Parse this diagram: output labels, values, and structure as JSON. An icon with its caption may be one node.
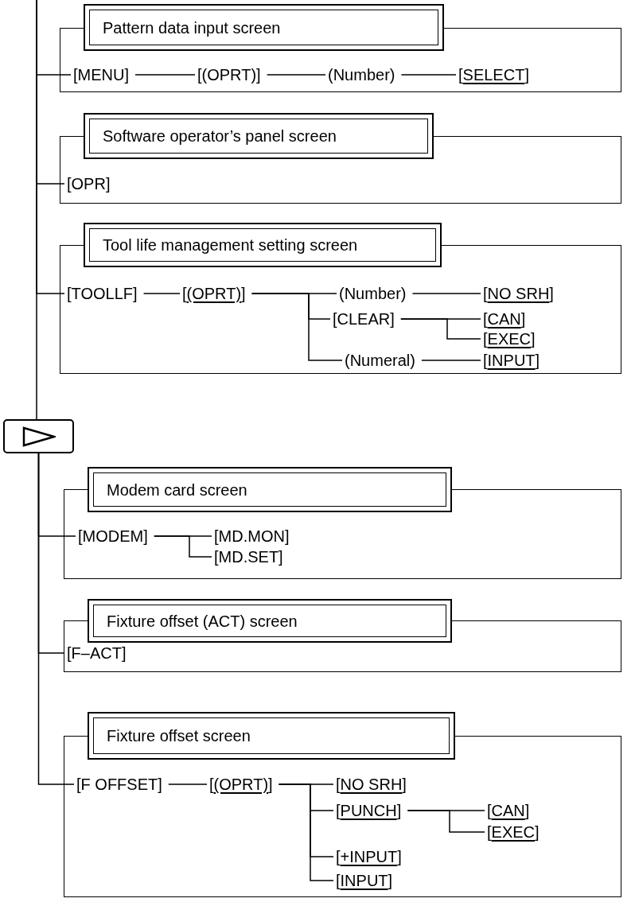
{
  "diagram": {
    "nodes": [
      {
        "text": [],
        "shape": "box"
      },
      {
        "text": [
          "Pattern data input screen"
        ]
      },
      {
        "text": [
          "[MENU]"
        ],
        "in": 0
      },
      {
        "text": [
          "[(OPRT)]"
        ],
        "in": 0
      },
      {
        "text": [
          "(Number)"
        ],
        "in": 0
      },
      {
        "text": [
          "[SELECT]"
        ],
        "in": 0
      },
      {
        "text": [],
        "shape": "box"
      },
      {
        "text": [
          "Software operator’s panel screen"
        ]
      },
      {
        "text": [
          "[OPR]"
        ],
        "in": 6
      },
      {
        "text": [],
        "shape": "box"
      },
      {
        "text": [
          "Tool life management setting screen"
        ]
      },
      {
        "text": [
          "[TOOLLF]"
        ],
        "in": 9
      },
      {
        "text": [
          "[(OPRT)]"
        ],
        "in": 9
      },
      {
        "text": [
          "(Number)"
        ],
        "in": 9
      },
      {
        "text": [
          "[NO SRH]"
        ],
        "in": 9
      },
      {
        "text": [
          "[CLEAR]"
        ],
        "in": 9
      },
      {
        "text": [
          "[CAN]"
        ],
        "in": 9
      },
      {
        "text": [
          "[EXEC]"
        ],
        "in": 9
      },
      {
        "text": [
          "(Numeral)"
        ],
        "in": 9
      },
      {
        "text": [
          "[INPUT]"
        ],
        "in": 9
      },
      {
        "text": [],
        "shape": "box"
      },
      {
        "text": [],
        "shape": "box"
      },
      {
        "text": [
          "Modem card screen"
        ]
      },
      {
        "text": [
          "[MODEM]"
        ],
        "in": 21
      },
      {
        "text": [
          "[MD.MON]"
        ],
        "in": 21
      },
      {
        "text": [
          "[MD.SET]"
        ],
        "in": 21
      },
      {
        "text": [],
        "shape": "box"
      },
      {
        "text": [
          "Fixture offset (ACT) screen"
        ]
      },
      {
        "text": [
          "[F–ACT]"
        ],
        "in": 26
      },
      {
        "text": [],
        "shape": "box"
      },
      {
        "text": [
          "Fixture offset screen"
        ]
      },
      {
        "text": [
          "[F OFFSET]"
        ],
        "in": 29
      },
      {
        "text": [
          "[(OPRT)]"
        ],
        "in": 29
      },
      {
        "text": [
          "[NO SRH]"
        ],
        "in": 29
      },
      {
        "text": [
          "[PUNCH]"
        ],
        "in": 29
      },
      {
        "text": [
          "[CAN]"
        ],
        "in": 29
      },
      {
        "text": [
          "[EXEC]"
        ],
        "in": 29
      },
      {
        "text": [
          "[+INPUT]"
        ],
        "in": 29
      },
      {
        "text": [
          "[INPUT]"
        ],
        "in": 29
      }
    ],
    "edges": [
      {
        "from": null,
        "to": 2,
        "arrow": "none"
      },
      {
        "from": null,
        "to": 8,
        "arrow": "none"
      },
      {
        "from": null,
        "to": 11,
        "arrow": "none"
      },
      {
        "from": null,
        "to": 20,
        "arrow": "none"
      },
      {
        "from": 20,
        "to": 23,
        "arrow": "none"
      },
      {
        "from": 20,
        "to": 28,
        "arrow": "none"
      },
      {
        "from": 20,
        "to": 31,
        "arrow": "none"
      },
      {
        "from": 2,
        "to": 3,
        "arrow": "none"
      },
      {
        "from": 3,
        "to": 4,
        "arrow": "none"
      },
      {
        "from": 4,
        "to": 5,
        "arrow": "none"
      },
      {
        "from": 11,
        "to": 12,
        "arrow": "none"
      },
      {
        "from": 12,
        "to": 13,
        "arrow": "none"
      },
      {
        "from": 12,
        "to": 15,
        "arrow": "none"
      },
      {
        "from": 12,
        "to": 18,
        "arrow": "none"
      },
      {
        "from": 13,
        "to": 14,
        "arrow": "none"
      },
      {
        "from": 15,
        "to": 16,
        "arrow": "none"
      },
      {
        "from": 15,
        "to": 17,
        "arrow": "none"
      },
      {
        "from": 18,
        "to": 19,
        "arrow": "none"
      },
      {
        "from": 23,
        "to": 24,
        "arrow": "none"
      },
      {
        "from": 23,
        "to": 25,
        "arrow": "none"
      },
      {
        "from": 31,
        "to": 32,
        "arrow": "none"
      },
      {
        "from": 32,
        "to": 33,
        "arrow": "none"
      },
      {
        "from": 32,
        "to": 34,
        "arrow": "none"
      },
      {
        "from": 32,
        "to": 37,
        "arrow": "none"
      },
      {
        "from": 32,
        "to": 38,
        "arrow": "none"
      },
      {
        "from": 34,
        "to": 35,
        "arrow": "none"
      },
      {
        "from": 34,
        "to": 36,
        "arrow": "none"
      }
    ]
  }
}
